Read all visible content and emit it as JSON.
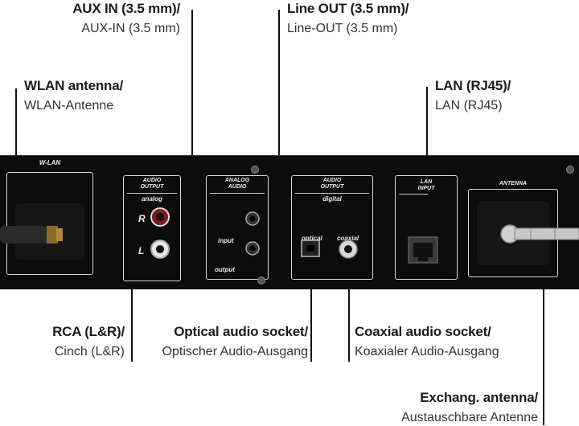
{
  "labels": {
    "aux_in": {
      "en": "AUX IN (3.5 mm)/",
      "de": "AUX-IN (3.5 mm)"
    },
    "line_out": {
      "en": "Line OUT (3.5 mm)/",
      "de": "Line-OUT (3.5 mm)"
    },
    "wlan": {
      "en": "WLAN antenna/",
      "de": "WLAN-Antenne"
    },
    "lan": {
      "en": "LAN (RJ45)/",
      "de": "LAN (RJ45)"
    },
    "rca": {
      "en": "RCA (L&R)/",
      "de": "Cinch (L&R)"
    },
    "optical": {
      "en": "Optical audio socket/",
      "de": "Optischer Audio-Ausgang"
    },
    "coaxial": {
      "en": "Coaxial audio socket/",
      "de": "Koaxialer Audio-Ausgang"
    },
    "antenna": {
      "en": "Exchang. antenna/",
      "de": "Austauschbare Antenne"
    }
  },
  "panel": {
    "wlan_title": "W-LAN",
    "audio_output_analog": {
      "title_1": "AUDIO",
      "title_2": "OUTPUT",
      "sub": "analog",
      "r": "R",
      "l": "L"
    },
    "analog_audio": {
      "title_1": "ANALOG",
      "title_2": "AUDIO",
      "input": "input",
      "output": "output"
    },
    "audio_output_digital": {
      "title_1": "AUDIO",
      "title_2": "OUTPUT",
      "sub": "digital",
      "optical": "optical",
      "coaxial": "coaxial"
    },
    "lan_input": {
      "title_1": "LAN",
      "title_2": "INPUT"
    },
    "antenna_title": "ANTENNA"
  },
  "colors": {
    "panel": "#0c0c0c",
    "outline": "#d8d8d8",
    "rca_red": "#c0392b",
    "text": "#1a1a1a"
  }
}
